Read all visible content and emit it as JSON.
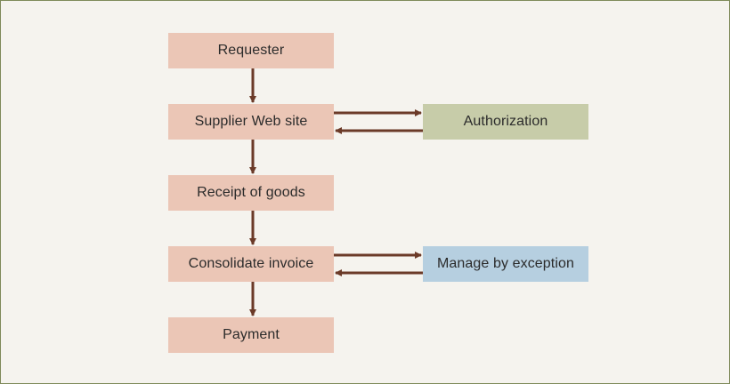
{
  "diagram": {
    "nodes": {
      "requester": "Requester",
      "supplier_web_site": "Supplier Web site",
      "receipt_of_goods": "Receipt of goods",
      "consolidate_invoice": "Consolidate invoice",
      "payment": "Payment",
      "authorization": "Authorization",
      "manage_by_exception": "Manage by exception"
    },
    "colors": {
      "background": "#f5f3ee",
      "border": "#7f8a5a",
      "main_box": "#ebc6b6",
      "authorization_box": "#c7cca9",
      "exception_box": "#b6cfe0",
      "arrow": "#6b3a28"
    },
    "edges": [
      {
        "from": "requester",
        "to": "supplier_web_site"
      },
      {
        "from": "supplier_web_site",
        "to": "receipt_of_goods"
      },
      {
        "from": "receipt_of_goods",
        "to": "consolidate_invoice"
      },
      {
        "from": "consolidate_invoice",
        "to": "payment"
      },
      {
        "from": "supplier_web_site",
        "to": "authorization"
      },
      {
        "from": "authorization",
        "to": "supplier_web_site"
      },
      {
        "from": "consolidate_invoice",
        "to": "manage_by_exception"
      },
      {
        "from": "manage_by_exception",
        "to": "consolidate_invoice"
      }
    ]
  }
}
